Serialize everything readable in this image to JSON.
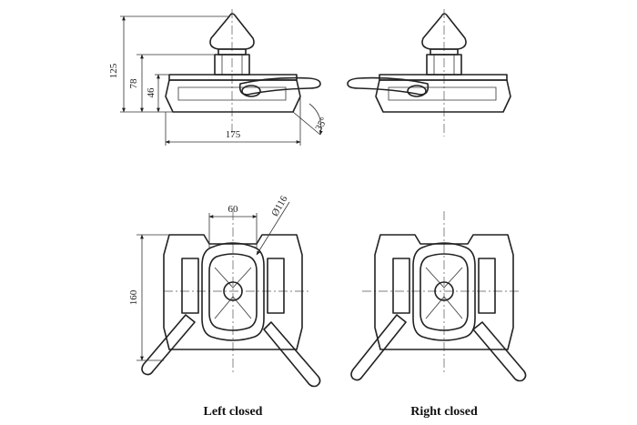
{
  "dimensions": {
    "height_total": "125",
    "height_mid": "78",
    "height_low": "46",
    "width_base": "175",
    "angle": "35°",
    "width_top": "60",
    "diameter": "Ø116",
    "height_plan": "160"
  },
  "captions": {
    "left": "Left closed",
    "right": "Right closed"
  },
  "colors": {
    "line": "#222222",
    "background": "#ffffff"
  }
}
